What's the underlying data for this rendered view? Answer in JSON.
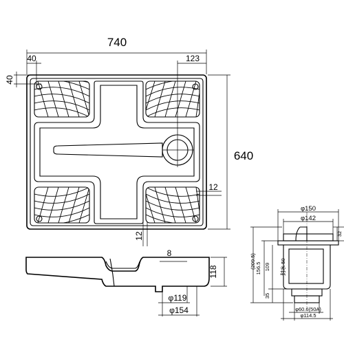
{
  "plan_view": {
    "width": "740",
    "depth": "640",
    "left_offset": "40",
    "top_offset": "40",
    "drain_offset": "123",
    "side_rib": "12",
    "bottom_rib": "12"
  },
  "side_view": {
    "rib_width": "8",
    "height": "118",
    "inner_diameter": "φ119",
    "outer_diameter": "φ154"
  },
  "drain_trap": {
    "top_diameter": "φ150",
    "inner_diameter": "φ142",
    "flange_height": "32",
    "total_height": "(209.5)",
    "body_height": "156.5",
    "trap_depth": "109",
    "seal_water": "封水 50",
    "outlet_length": "35",
    "outlet_diameter": "φ60.6(50A)",
    "outlet_outer_diameter": "φ114.5"
  }
}
